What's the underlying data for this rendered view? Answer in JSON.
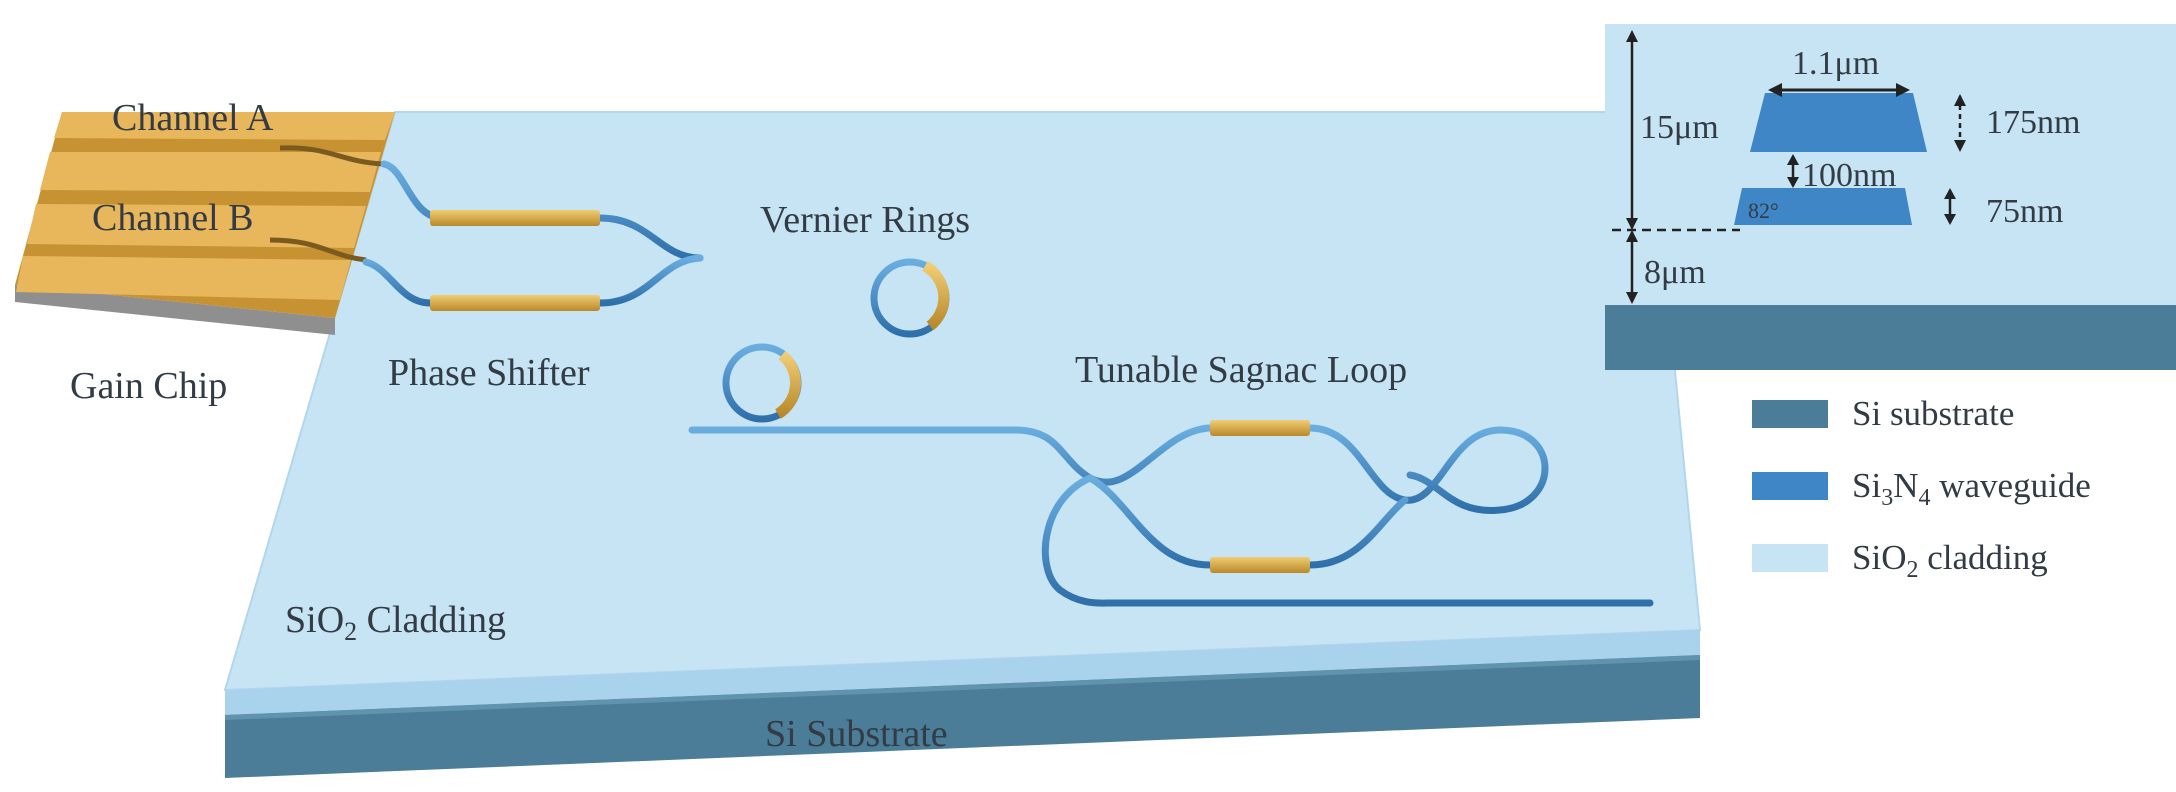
{
  "colors": {
    "cladding": "#c6e4f4",
    "cladding_side": "#a9d2ec",
    "substrate": "#4b7d98",
    "waveguide": "#3f86c6",
    "heater": "#d3a53c",
    "gain_chip": "#e3ae54",
    "gain_chip_side": "#8f8f8f",
    "text": "#333b44"
  },
  "labels": {
    "channel_a": "Channel A",
    "channel_b": "Channel B",
    "gain_chip": "Gain Chip",
    "phase_shifter": "Phase Shifter",
    "vernier_rings": "Vernier Rings",
    "tunable_sagnac_loop": "Tunable Sagnac Loop",
    "sio2_cladding_main": "SiO",
    "sio2_cladding_sub": "2",
    "sio2_cladding_rest": " Cladding",
    "si_substrate": "Si Substrate"
  },
  "cross_section": {
    "width_top": "1.1μm",
    "thickness_top": "175nm",
    "gap": "100nm",
    "thickness_bottom": "75nm",
    "angle": "82°",
    "cladding_height": "15μm",
    "box_height": "8μm"
  },
  "legend": {
    "items": [
      {
        "main": "Si substrate",
        "sub": "",
        "rest": "",
        "color": "#4b7d98"
      },
      {
        "main": "Si",
        "sub": "3",
        "mid": "N",
        "sub2": "4",
        "rest": " waveguide",
        "color": "#3f86c6"
      },
      {
        "main": "SiO",
        "sub": "2",
        "rest": " cladding",
        "color": "#c6e4f4"
      }
    ]
  }
}
